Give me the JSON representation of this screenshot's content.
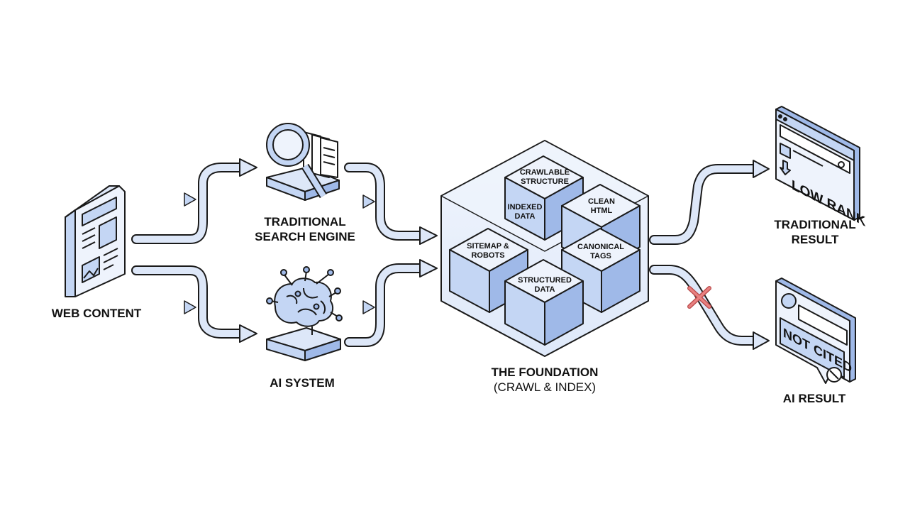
{
  "colors": {
    "stroke": "#1a1a1a",
    "fill_light": "#dde7f8",
    "fill_mid": "#c4d6f4",
    "fill_cube": "#b9cff3",
    "white": "#ffffff",
    "blocked": "#e06a6a"
  },
  "nodes": {
    "web_content": {
      "label": "WEB CONTENT",
      "icon": "document-icon"
    },
    "search_engine": {
      "label_line1": "TRADITIONAL",
      "label_line2": "SEARCH ENGINE",
      "icon": "magnifier-documents-icon"
    },
    "ai_system": {
      "label": "AI SYSTEM",
      "icon": "brain-network-icon"
    },
    "foundation": {
      "title": "THE FOUNDATION",
      "subtitle": "(CRAWL & INDEX)",
      "icon": "cube-cluster-icon"
    },
    "traditional_result": {
      "label_line1": "TRADITIONAL",
      "label_line2": "RESULT",
      "screen_text": "LOW RANK",
      "icon": "search-results-screen-icon"
    },
    "ai_result": {
      "label": "AI RESULT",
      "screen_text": "NOT CITED",
      "icon": "chat-bubble-icon"
    }
  },
  "cubes": [
    {
      "line1": "CRAWLABLE",
      "line2": "STRUCTURE"
    },
    {
      "line1": "INDEXED",
      "line2": "DATA"
    },
    {
      "line1": "CLEAN",
      "line2": "HTML"
    },
    {
      "line1": "SITEMAP &",
      "line2": "ROBOTS"
    },
    {
      "line1": "CANONICAL",
      "line2": "TAGS"
    },
    {
      "line1": "STRUCTURED",
      "line2": "DATA"
    }
  ],
  "blocked_marker": {
    "icon": "x-mark-icon"
  }
}
